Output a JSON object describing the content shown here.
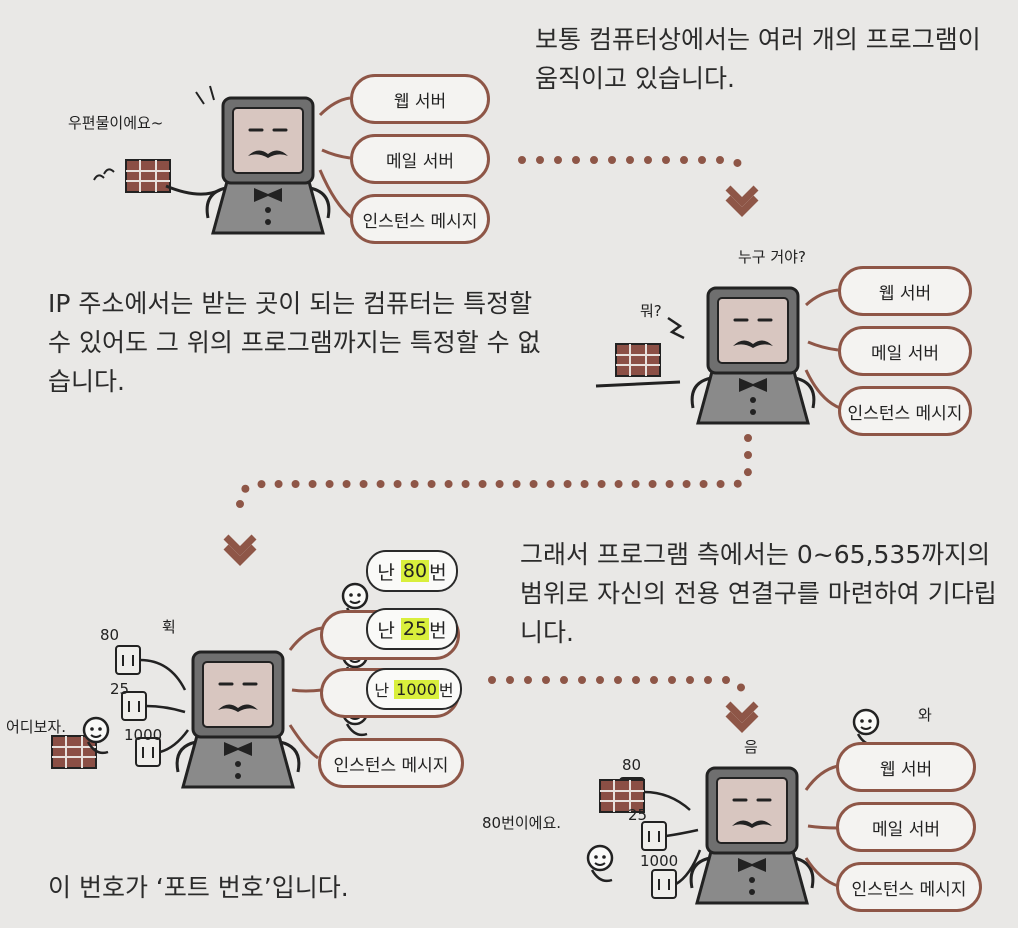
{
  "text": {
    "intro": "보통 컴퓨터상에서는 여러 개의 프로그램이 움직이고 있습니다.",
    "ip_note": "IP 주소에서는 받는 곳이 되는 컴퓨터는 특정할 수 있어도 그 위의 프로그램까지는 특정할 수 없습니다.",
    "port_note": "그래서 프로그램 측에서는 0~65,535까지의 범위로 자신의 전용 연결구를 마련하여 기다립니다.",
    "conclusion": "이 번호가 ‘포트 번호’입니다."
  },
  "speech": {
    "mail": "우편물이에요~",
    "who": "누구 거야?",
    "what": "뭐?",
    "huk": "휙",
    "where": "어디보자.",
    "eum": "음",
    "wa": "와",
    "port80": "80번이에요."
  },
  "programs": {
    "web": "웹 서버",
    "mail": "메일 서버",
    "im": "인스턴스 메시지"
  },
  "port_bubbles": [
    {
      "prefix": "난 ",
      "number": "80",
      "suffix": "번"
    },
    {
      "prefix": "난 ",
      "number": "25",
      "suffix": "번"
    },
    {
      "prefix": "난 ",
      "number": "1000",
      "suffix": "번"
    }
  ],
  "port_labels": [
    "80",
    "25",
    "1000"
  ],
  "colors": {
    "accent": "#8e5647",
    "highlight": "#d9ef3c",
    "background": "#e9e8e6"
  }
}
